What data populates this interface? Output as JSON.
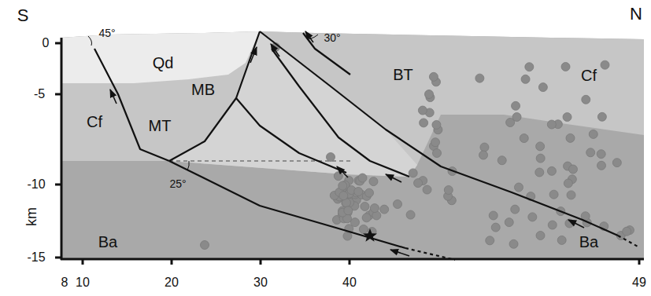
{
  "diagram": {
    "labels": [
      "S",
      "N",
      "Qd",
      "Cf",
      "Cf",
      "Ba",
      "Ba",
      "MT",
      "MB",
      "BT",
      "45°",
      "30°",
      "25°",
      "0",
      "-5",
      "-10",
      "-15",
      "km",
      "8",
      "10",
      "20",
      "30",
      "40",
      "49"
    ]
  }
}
